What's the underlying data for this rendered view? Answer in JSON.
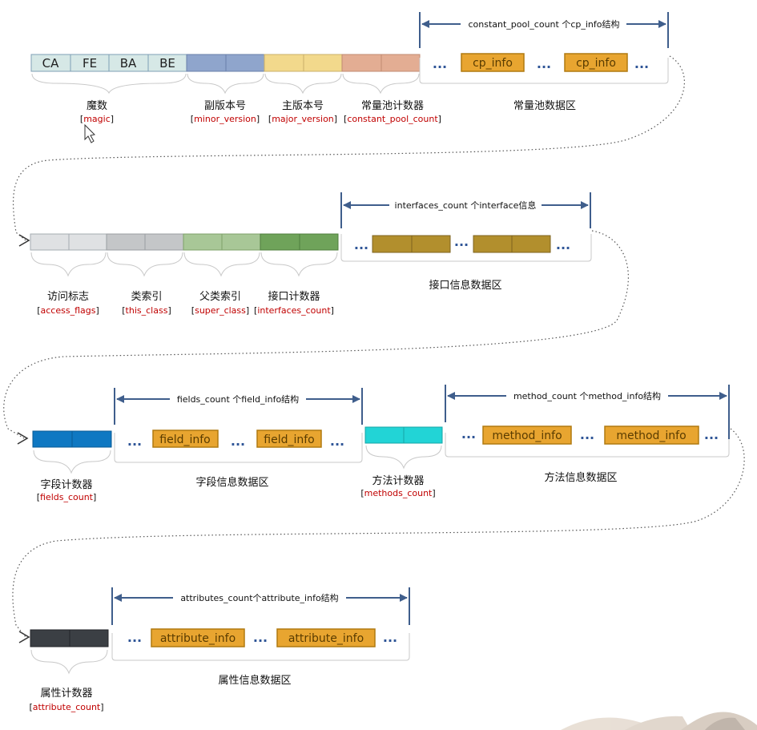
{
  "row1": {
    "magic_bytes": [
      "CA",
      "FE",
      "BA",
      "BE"
    ],
    "labels": {
      "magic": {
        "cn": "魔数",
        "en": "magic"
      },
      "minor": {
        "cn": "副版本号",
        "en": "minor_version"
      },
      "major": {
        "cn": "主版本号",
        "en": "major_version"
      },
      "cpcount": {
        "cn": "常量池计数器",
        "en": "constant_pool_count"
      },
      "cpdata": {
        "cn": "常量池数据区"
      }
    },
    "arrow_text": "constant_pool_count 个cp_info结构",
    "box_text": "cp_info",
    "dots": "..."
  },
  "row2": {
    "labels": {
      "access": {
        "cn": "访问标志",
        "en": "access_flags"
      },
      "this": {
        "cn": "类索引",
        "en": "this_class"
      },
      "super": {
        "cn": "父类索引",
        "en": "super_class"
      },
      "icount": {
        "cn": "接口计数器",
        "en": "interfaces_count"
      },
      "idata": {
        "cn": "接口信息数据区"
      }
    },
    "arrow_text": "interfaces_count 个interface信息",
    "dots": "..."
  },
  "row3": {
    "labels": {
      "fcount": {
        "cn": "字段计数器",
        "en": "fields_count"
      },
      "fdata": {
        "cn": "字段信息数据区"
      },
      "mcount": {
        "cn": "方法计数器",
        "en": "methods_count"
      },
      "mdata": {
        "cn": "方法信息数据区"
      }
    },
    "field_arrow_text": "fields_count 个field_info结构",
    "field_box_text": "field_info",
    "method_arrow_text": "method_count 个method_info结构",
    "method_box_text": "method_info",
    "dots": "..."
  },
  "row4": {
    "labels": {
      "acount": {
        "cn": "属性计数器",
        "en": "attribute_count"
      },
      "adata": {
        "cn": "属性信息数据区"
      }
    },
    "arrow_text": "attributes_count个attribute_info结构",
    "box_text": "attribute_info",
    "dots": "..."
  },
  "colors": {
    "magic": "#d6e8e6",
    "minor": "#8fa5cc",
    "major": "#f2d98c",
    "cpcount": "#e3ad93",
    "info_box": "#e8a530",
    "info_box_border": "#b07a10",
    "interface_box": "#b28f2d",
    "access": "#dfe1e3",
    "this": "#c4c6c8",
    "super": "#a8c797",
    "icount": "#6fa35a",
    "fcount": "#0f78c2",
    "mcount": "#22d4d6",
    "acount": "#3b3f44",
    "arrow": "#3f5e8c",
    "red": "#c00000"
  }
}
